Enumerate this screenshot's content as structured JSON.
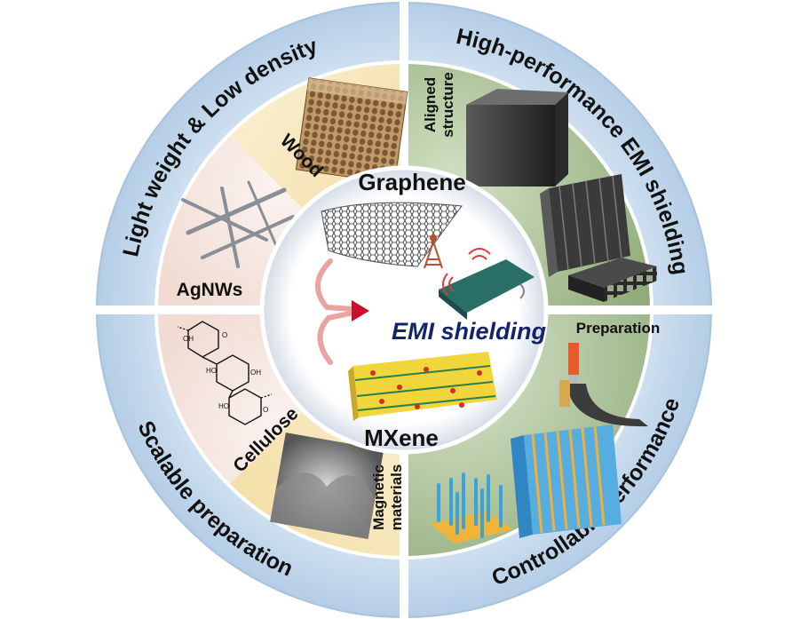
{
  "quadrants": {
    "top_left": "Light weight  & Low density",
    "top_right": "High-performance EMI shielding",
    "bottom_left": "Scalable preparation",
    "bottom_right": "Controllable performance"
  },
  "materials": {
    "wood": "Wood",
    "agnws": "AgNWs",
    "cellulose": "Cellulose",
    "magnetic_line1": "Magnetic",
    "magnetic_line2": "materials"
  },
  "structures": {
    "aligned_line1": "Aligned",
    "aligned_line2": "structure",
    "preparation": "Preparation"
  },
  "center": {
    "graphene": "Graphene",
    "mxene": "MXene",
    "emi": "EMI shielding"
  },
  "colors": {
    "ring_blue": "#c9dcef",
    "green": "#9fb88a",
    "beige": "#f6e7c2",
    "arrow_red": "#c8102e",
    "emi_blue": "#14246b"
  }
}
